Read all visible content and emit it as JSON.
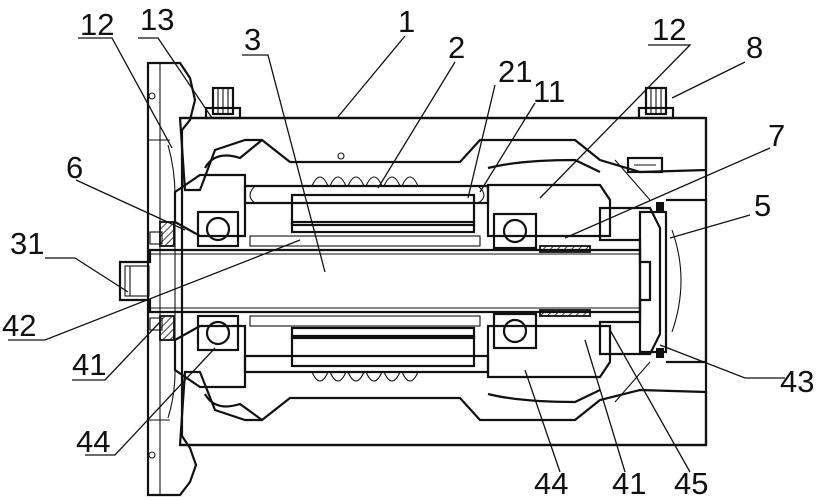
{
  "labels": {
    "l1": "1",
    "l2": "2",
    "l3": "3",
    "l5": "5",
    "l6": "6",
    "l7": "7",
    "l8": "8",
    "l11": "11",
    "l12_left": "12",
    "l12_right": "12",
    "l13": "13",
    "l21": "21",
    "l31": "31",
    "l41_left": "41",
    "l41_right": "41",
    "l42": "42",
    "l43": "43",
    "l44_left": "44",
    "l44_right": "44",
    "l45": "45"
  }
}
